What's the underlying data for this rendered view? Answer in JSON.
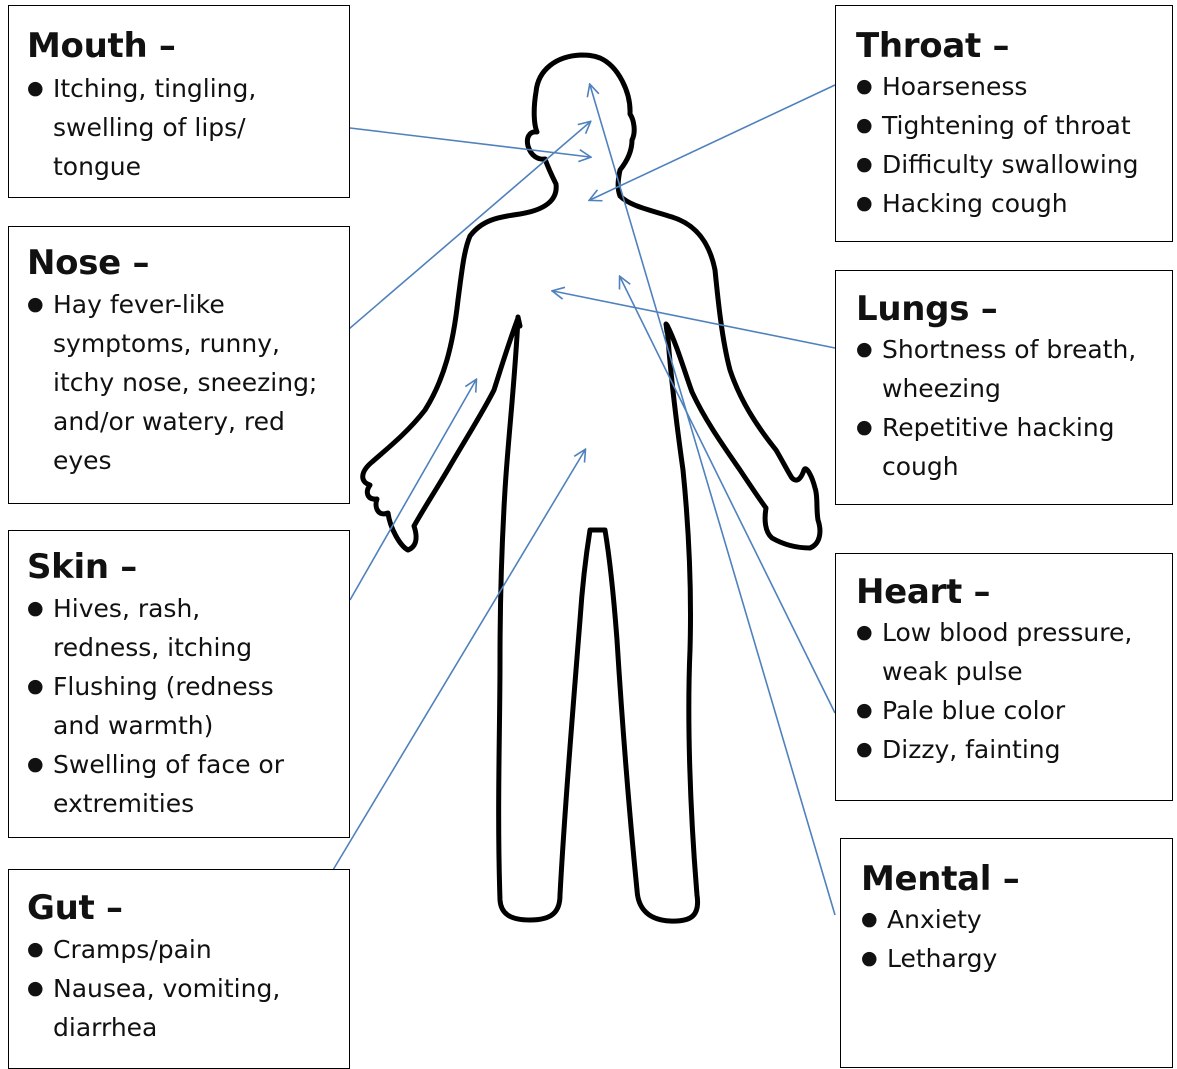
{
  "colors": {
    "arrow": "#4f81bd",
    "outline": "#000000",
    "box_border": "#000000"
  },
  "panels": [
    {
      "id": "mouth",
      "title": "Mouth",
      "items": [
        [
          "Itching, tingling,",
          "swelling of lips/",
          "tongue"
        ]
      ]
    },
    {
      "id": "nose",
      "title": "Nose",
      "items": [
        [
          "Hay fever-like",
          "symptoms, runny,",
          "itchy nose, sneezing;",
          "and/or watery, red",
          "eyes"
        ]
      ]
    },
    {
      "id": "skin",
      "title": "Skin",
      "items": [
        [
          "Hives, rash,",
          "redness, itching"
        ],
        [
          "Flushing (redness",
          "and warmth)"
        ],
        [
          "Swelling of face or",
          "extremities"
        ]
      ]
    },
    {
      "id": "gut",
      "title": "Gut",
      "items": [
        [
          "Cramps/pain"
        ],
        [
          "Nausea, vomiting,",
          "diarrhea"
        ]
      ]
    },
    {
      "id": "throat",
      "title": "Throat",
      "items": [
        [
          "Hoarseness"
        ],
        [
          "Tightening of throat"
        ],
        [
          "Difficulty swallowing"
        ],
        [
          "Hacking cough"
        ]
      ]
    },
    {
      "id": "lungs",
      "title": "Lungs",
      "items": [
        [
          "Shortness of breath,",
          "wheezing"
        ],
        [
          "Repetitive hacking",
          "cough"
        ]
      ]
    },
    {
      "id": "heart",
      "title": "Heart",
      "items": [
        [
          "Low blood pressure,",
          "weak pulse"
        ],
        [
          "Pale blue color"
        ],
        [
          "Dizzy, fainting"
        ]
      ]
    },
    {
      "id": "mental",
      "title": "Mental",
      "items": [
        [
          "Anxiety"
        ],
        [
          "Lethargy"
        ]
      ]
    }
  ]
}
